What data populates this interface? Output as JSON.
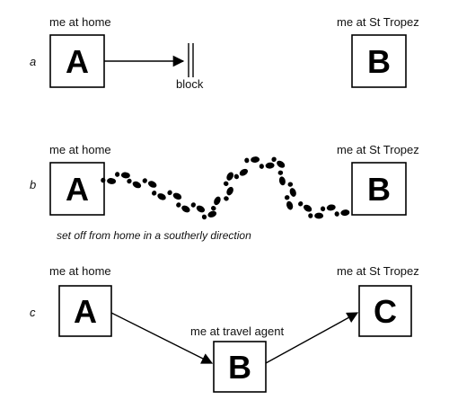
{
  "colors": {
    "ink": "#000000",
    "background": "#ffffff"
  },
  "panel_a": {
    "label": "a",
    "left_caption": "me at home",
    "left_letter": "A",
    "right_caption": "me at St Tropez",
    "right_letter": "B",
    "block_label": "block"
  },
  "panel_b": {
    "label": "b",
    "left_caption": "me at home",
    "left_letter": "A",
    "right_caption": "me at St Tropez",
    "right_letter": "B",
    "footprints_icon": "footprints-icon",
    "path_note": "set off from home in a southerly direction"
  },
  "panel_c": {
    "label": "c",
    "left_caption": "me at home",
    "left_letter": "A",
    "middle_caption": "me at travel agent",
    "middle_letter": "B",
    "right_caption": "me at St Tropez",
    "right_letter": "C"
  }
}
